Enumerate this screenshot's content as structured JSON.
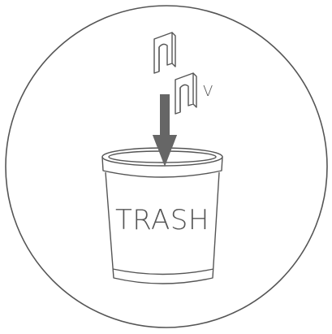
{
  "trash_label": "TRASH",
  "small_label": "V",
  "colors": {
    "outline": "#555555",
    "arrow": "#666666",
    "background": "#ffffff"
  },
  "icons": [
    "circle-frame",
    "falling-clip-icon",
    "falling-clip-icon",
    "down-arrow-icon",
    "trash-bin-icon"
  ]
}
